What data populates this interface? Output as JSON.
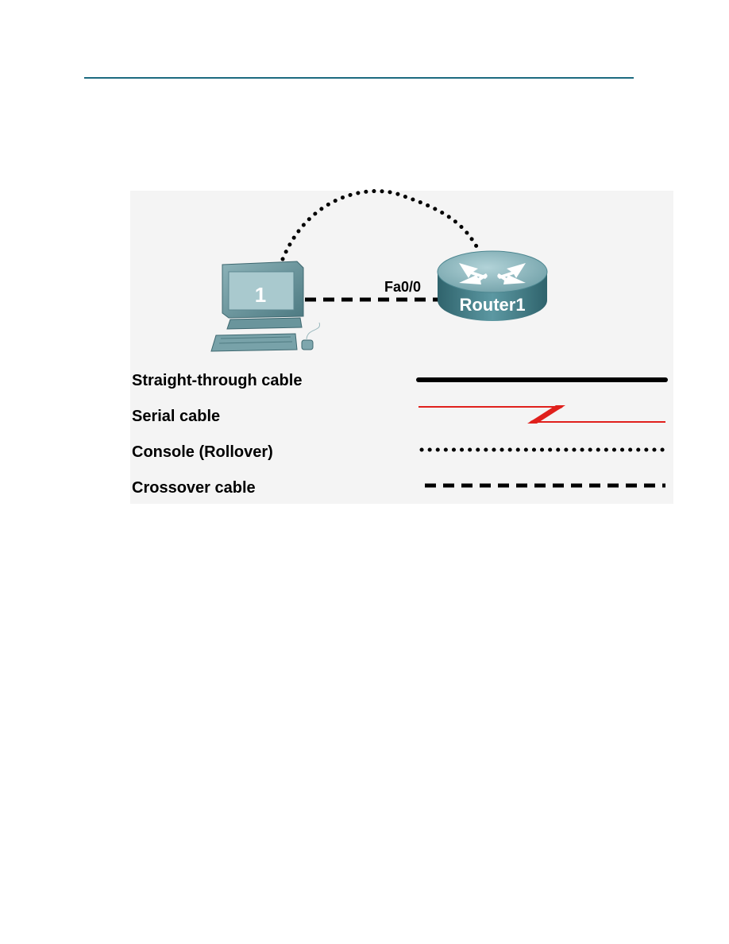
{
  "diagram": {
    "pc": {
      "label": "1"
    },
    "router": {
      "label": "Router1"
    },
    "interface_label": "Fa0/0",
    "colors": {
      "header_rule": "#1d6a80",
      "cable": "#000000",
      "serial_cable": "#e0201c",
      "router_body": "#3f7c86",
      "router_top": "#8fb9c0",
      "pc_body": "#6f9aa2",
      "pc_screen": "#a9c9ce"
    }
  },
  "legend": {
    "straight_through": "Straight-through cable",
    "serial": "Serial cable",
    "console": "Console (Rollover)",
    "crossover": "Crossover cable"
  }
}
